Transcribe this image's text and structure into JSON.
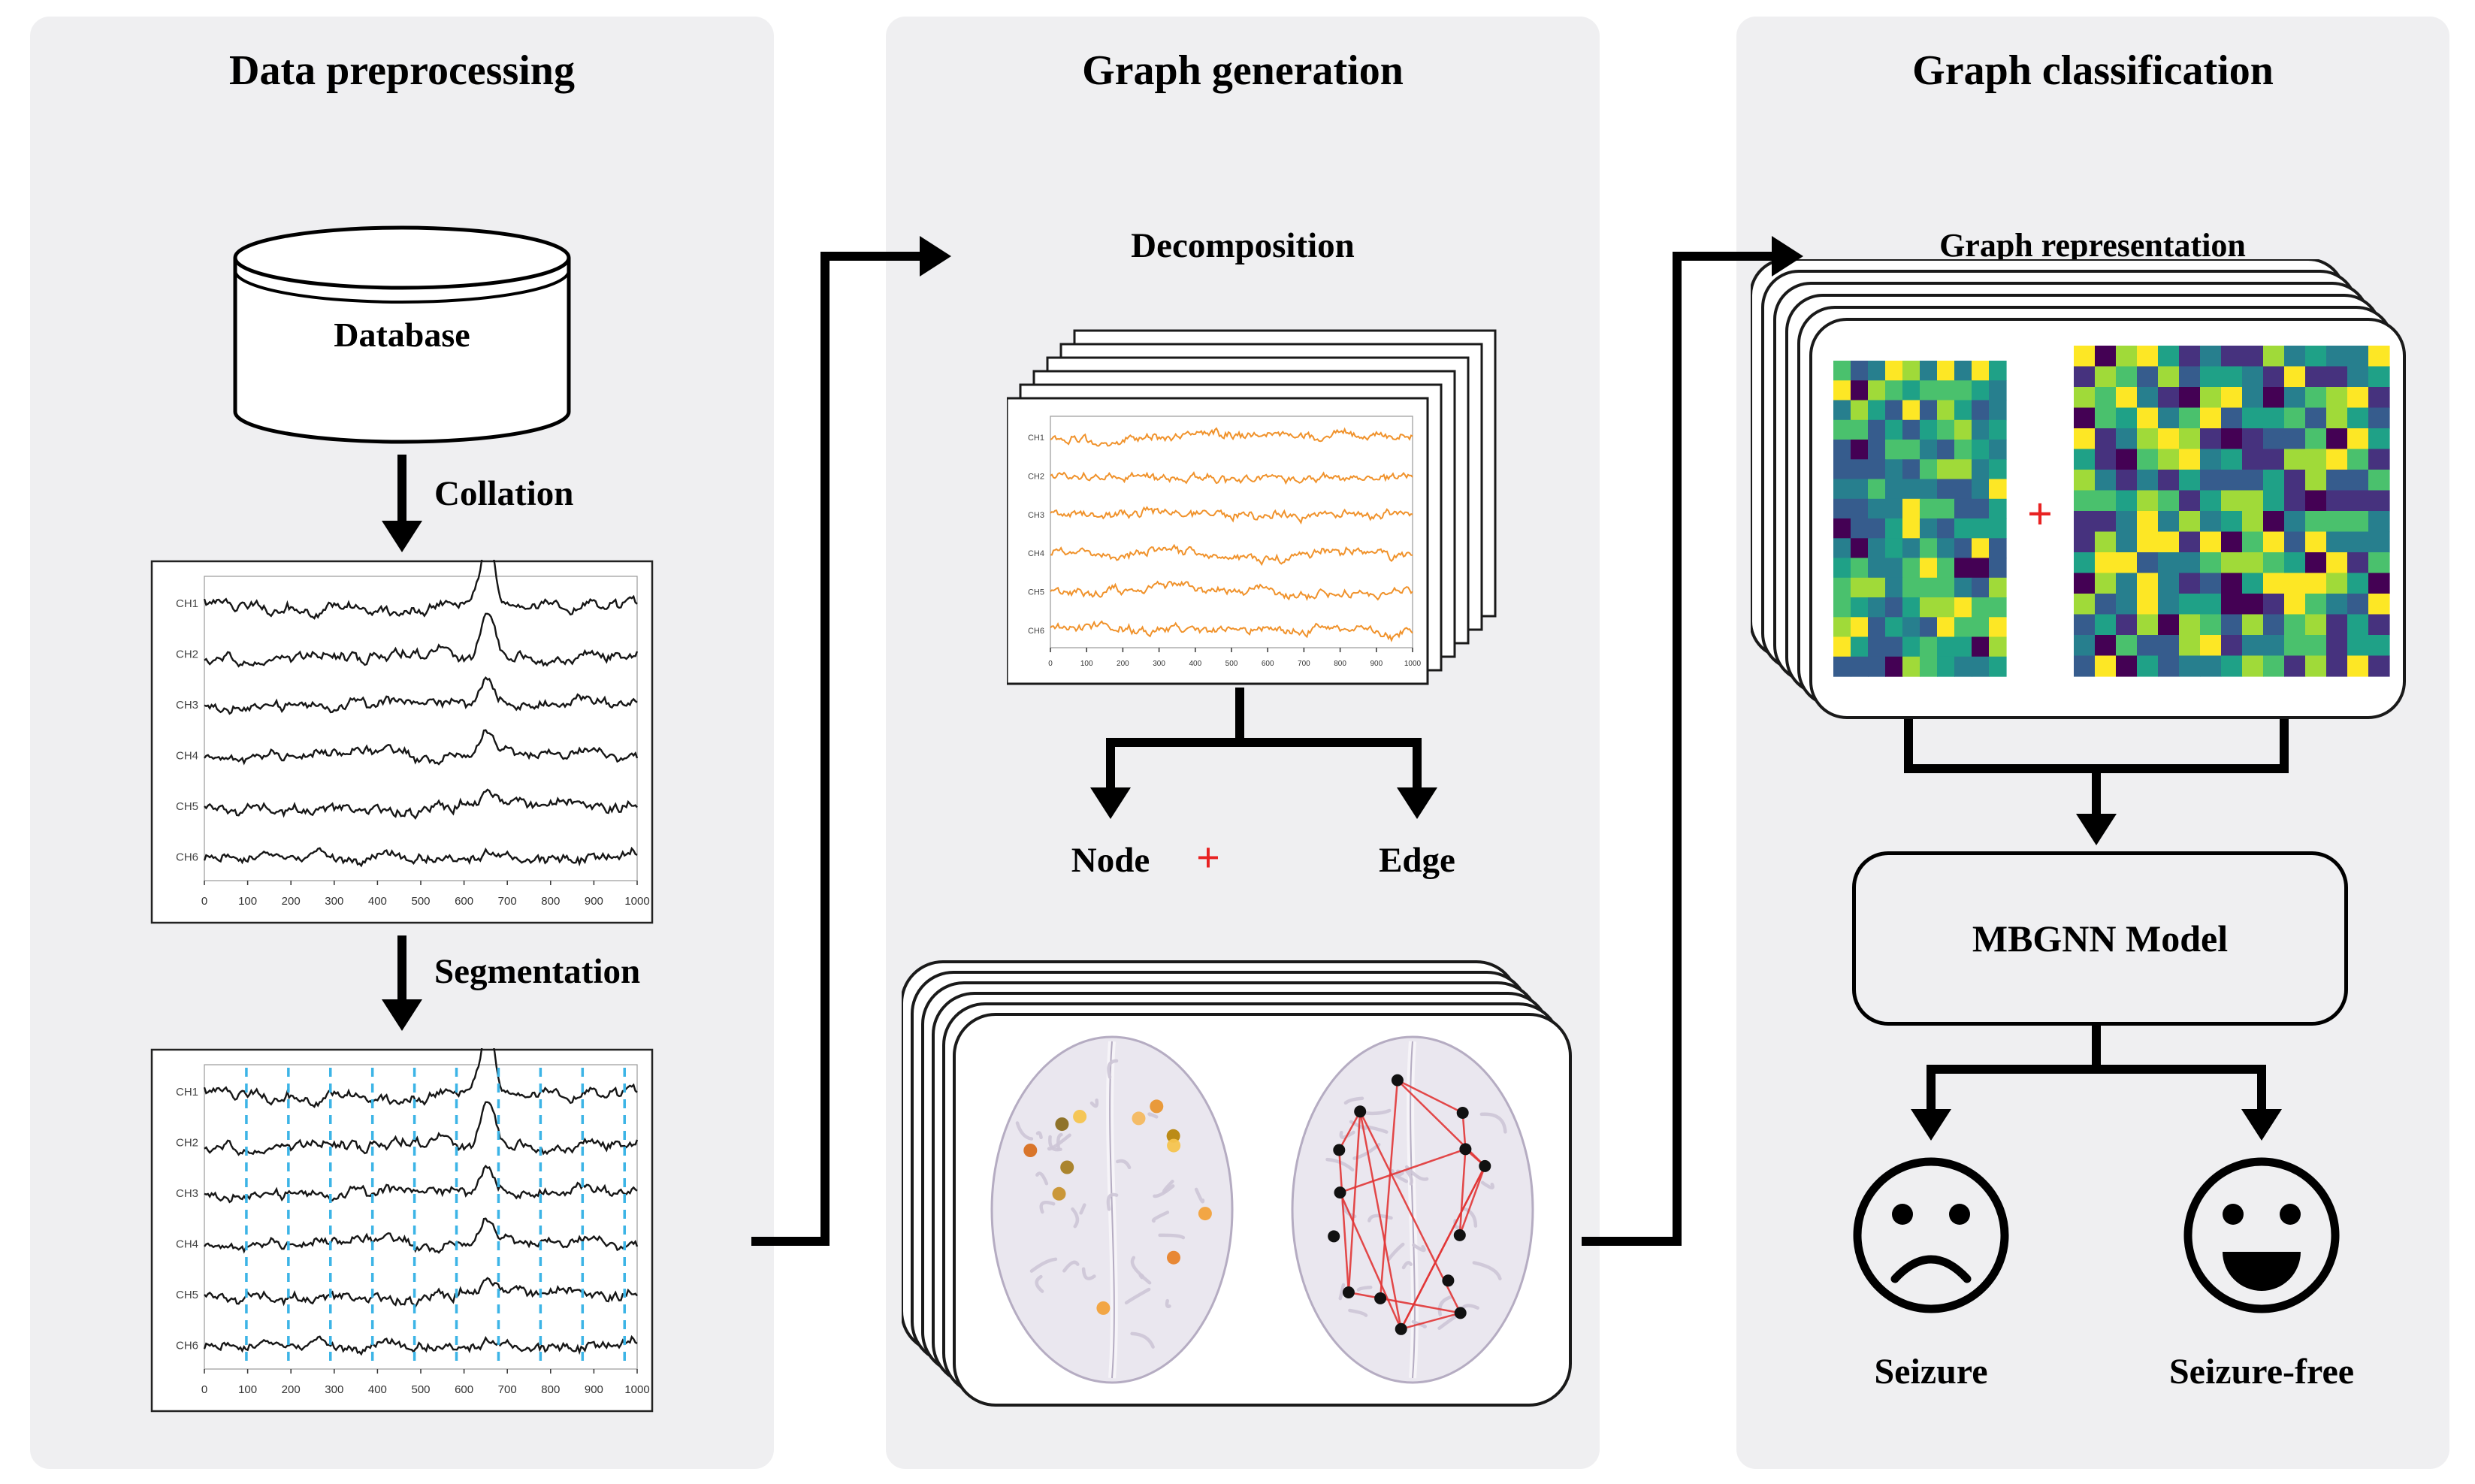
{
  "colors": {
    "panel_background": "#efeff1",
    "flow_arrow": "#000000",
    "plus_accent": "#e82222",
    "raw_signal": "#161616",
    "decomposed_signal": "#f0922b",
    "segment_marker": "#3cb4e6",
    "graph_edge": "#e23636",
    "heatmap_palette": [
      "#440154",
      "#46327e",
      "#365c8d",
      "#277f8e",
      "#1fa187",
      "#4ac16d",
      "#a0da39",
      "#fde725"
    ]
  },
  "panels": {
    "preprocessing": {
      "title": "Data preprocessing",
      "database_label": "Database",
      "collation_label": "Collation",
      "segmentation_label": "Segmentation",
      "channel_labels": [
        "CH1",
        "CH2",
        "CH3",
        "CH4",
        "CH5",
        "CH6"
      ],
      "time_axis_ticks": [
        "0",
        "100",
        "200",
        "300",
        "400",
        "500",
        "600",
        "700",
        "800",
        "900",
        "1000"
      ]
    },
    "generation": {
      "title": "Graph generation",
      "decomposition_label": "Decomposition",
      "node_label": "Node",
      "plus_label": "+",
      "edge_label": "Edge"
    },
    "classification": {
      "title": "Graph classification",
      "representation_label": "Graph representation",
      "plus_label": "+",
      "model_label": "MBGNN Model",
      "outcome_negative_label": "Seizure",
      "outcome_positive_label": "Seizure-free"
    }
  }
}
